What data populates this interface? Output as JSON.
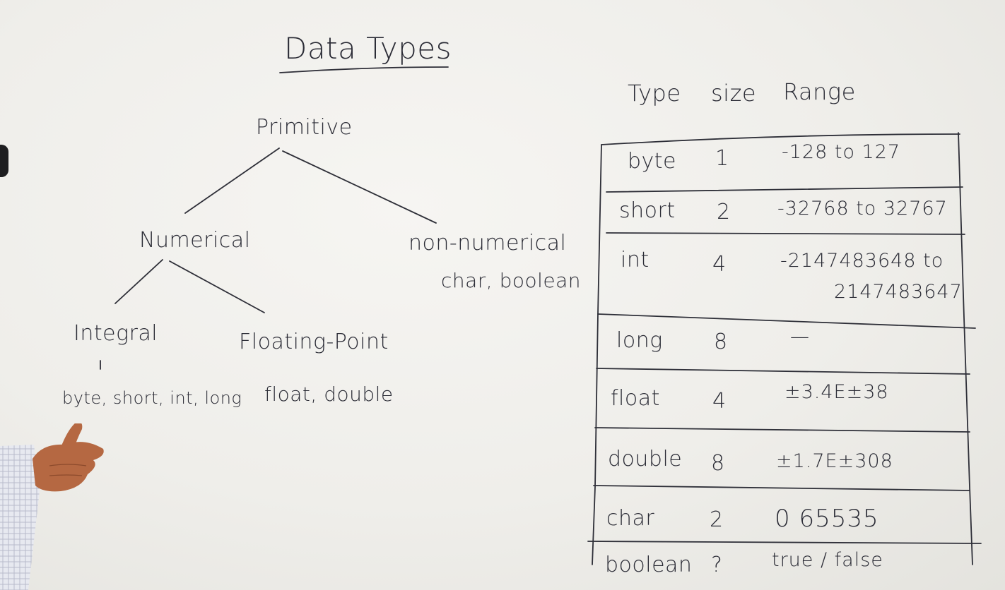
{
  "title": "Data Types",
  "tree": {
    "root": "Primitive",
    "numerical": "Numerical",
    "non_numerical": "non-numerical",
    "non_numerical_types": "char, boolean",
    "integral": "Integral",
    "integral_types": "byte, short, int, long",
    "floating_point": "Floating-Point",
    "floating_types": "float, double"
  },
  "table": {
    "headers": [
      "Type",
      "size",
      "Range"
    ],
    "rows": [
      {
        "type": "byte",
        "size": "1",
        "range": "-128 to 127",
        "range2": ""
      },
      {
        "type": "short",
        "size": "2",
        "range": "-32768 to 32767",
        "range2": ""
      },
      {
        "type": "int",
        "size": "4",
        "range": "-2147483648 to",
        "range2": "2147483647"
      },
      {
        "type": "long",
        "size": "8",
        "range": "—",
        "range2": ""
      },
      {
        "type": "float",
        "size": "4",
        "range": "±3.4E±38",
        "range2": ""
      },
      {
        "type": "double",
        "size": "8",
        "range": "±1.7E±308",
        "range2": ""
      },
      {
        "type": "char",
        "size": "2",
        "range": "0 65535",
        "range2": ""
      },
      {
        "type": "boolean",
        "size": "?",
        "range": "true / false",
        "range2": ""
      }
    ]
  },
  "colors": {
    "board": "#efeeea",
    "ink": "#2b2c36",
    "skin": "#b86a45",
    "shirt": "#e4e6ee"
  }
}
